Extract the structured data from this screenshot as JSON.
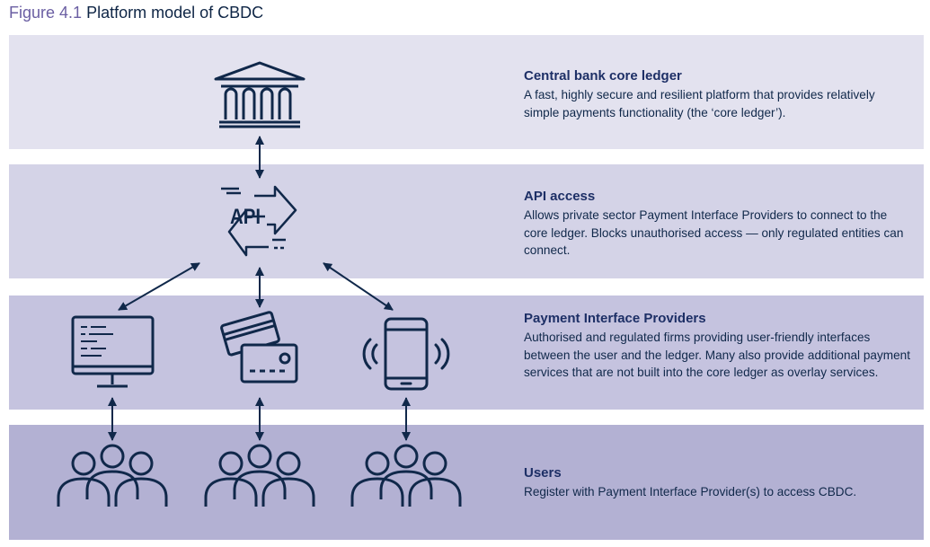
{
  "figure": {
    "number": "Figure 4.1",
    "title": "Platform model of CBDC"
  },
  "layers": [
    {
      "heading": "Central bank core ledger",
      "text": "A fast, highly secure and resilient platform that provides relatively simple payments functionality (the ‘core ledger’).",
      "icons": [
        "bank-building-icon"
      ]
    },
    {
      "heading": "API access",
      "text": "Allows private sector Payment Interface Providers to connect to the core ledger. Blocks unauthorised access — only regulated entities can connect.",
      "icons": [
        "api-exchange-icon"
      ]
    },
    {
      "heading": "Payment Interface Providers",
      "text": "Authorised and regulated firms providing user-friendly interfaces between the user and the ledger. Many also provide additional payment services that are not built into the core ledger as overlay services.",
      "icons": [
        "desktop-monitor-icon",
        "payment-cards-icon",
        "smartphone-icon"
      ]
    },
    {
      "heading": "Users",
      "text": "Register with Payment Interface Provider(s) to access CBDC.",
      "icons": [
        "users-group-icon",
        "users-group-icon",
        "users-group-icon"
      ]
    }
  ],
  "api_icon_label": "API",
  "colors": {
    "icon": "#10284a",
    "heading": "#1d2f66",
    "figure_number": "#6b5fa3",
    "band_1": "#e3e2ef",
    "band_2": "#d4d3e7",
    "band_3": "#c5c3df",
    "band_4": "#b3b1d3"
  }
}
